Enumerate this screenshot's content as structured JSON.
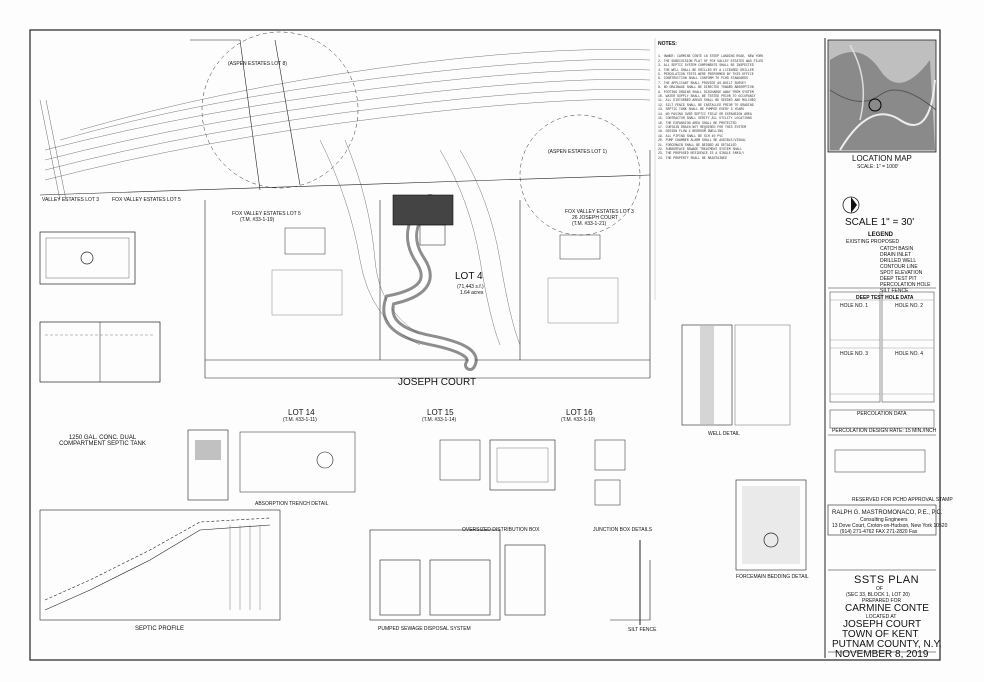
{
  "title_block": {
    "plan_title": "SSTS PLAN",
    "of": "OF",
    "sec_block_lot": "(SEC 33, BLOCK 1, LOT 20)",
    "prepared_for": "PREPARED FOR",
    "owner": "CARMINE CONTE",
    "located_at": "LOCATED AT",
    "street": "JOSEPH COURT",
    "town": "TOWN OF KENT",
    "county": "PUTNAM COUNTY, N.Y.",
    "date": "NOVEMBER 8, 2019",
    "engineer": "RALPH G. MASTROMONACO, P.E., P.C.",
    "engineer_sub": "Consulting Engineers",
    "engineer_addr": "13 Dove Court, Croton-on-Hudson, New York 10520",
    "engineer_phone": "(914) 271-4762   FAX 271-2820 Fax",
    "stamp_note": "RESERVED FOR PCHD APPROVAL STAMP"
  },
  "location_map": {
    "label": "LOCATION MAP",
    "scale": "SCALE: 1\" = 1000'"
  },
  "scale": "SCALE 1\" = 30'",
  "legend": {
    "title": "LEGEND",
    "subtitle": "EXISTING   PROPOSED",
    "items": [
      "CATCH BASIN",
      "DRAIN INLET",
      "DRILLED WELL",
      "CONTOUR LINE",
      "SPOT ELEVATION",
      "DEEP TEST PIT",
      "PERCOLATION HOLE",
      "SILT FENCE"
    ]
  },
  "deep_test": {
    "title": "DEEP TEST HOLE DATA",
    "holes": [
      "HOLE NO. 1",
      "HOLE NO. 2",
      "HOLE NO. 3",
      "HOLE NO. 4"
    ]
  },
  "perc_data": {
    "title": "PERCOLATION DATA",
    "design_rate": "PERCOLATION DESIGN RATE: 15 MIN./INCH"
  },
  "site": {
    "lot4": "LOT 4",
    "lot4_area": "(71,443 s.f.)",
    "lot4_ac": "1.64 acres",
    "road": "JOSEPH COURT",
    "lot14": "LOT 14",
    "lot14_tm": "(T.M. #33-1-11)",
    "lot15": "LOT 15",
    "lot15_tm": "(T.M. #33-1-14)",
    "lot16": "LOT 16",
    "lot16_tm": "(T.M. #33-1-10)",
    "fox_lot5": "FOX VALLEY ESTATES LOT 5",
    "fox_lot5_tm": "(T.M. #33-1-19)",
    "fox_lot3": "FOX VALLEY ESTATES LOT 3",
    "fox_lot3_owner": "26 JOSEPH COURT",
    "fox_lot3_tm": "(T.M. #33-1-21)",
    "valley_lot": "VALLEY ESTATES LOT 3",
    "fox_valley_lot": "FOX VALLEY ESTATES LOT 5",
    "aspen_lot8": "(ASPEN ESTATES LOT 8)",
    "aspen_lot1": "(ASPEN ESTATES LOT 1)"
  },
  "details": {
    "septic_tank": "1250 GAL. CONC. DUAL COMPARTMENT SEPTIC TANK",
    "absorption": "ABSORPTION TRENCH DETAIL",
    "dist_box": "OVERSIZED DISTRIBUTION BOX",
    "junction_box": "JUNCTION BOX DETAILS",
    "septic_profile": "SEPTIC PROFILE",
    "pumped_system": "PUMPED SEWAGE DISPOSAL SYSTEM",
    "silt_fence": "SILT FENCE",
    "well_detail": "WELL DETAIL",
    "forcemain": "FORCEMAIN BEDDING DETAIL"
  },
  "notes_title": "NOTES:"
}
